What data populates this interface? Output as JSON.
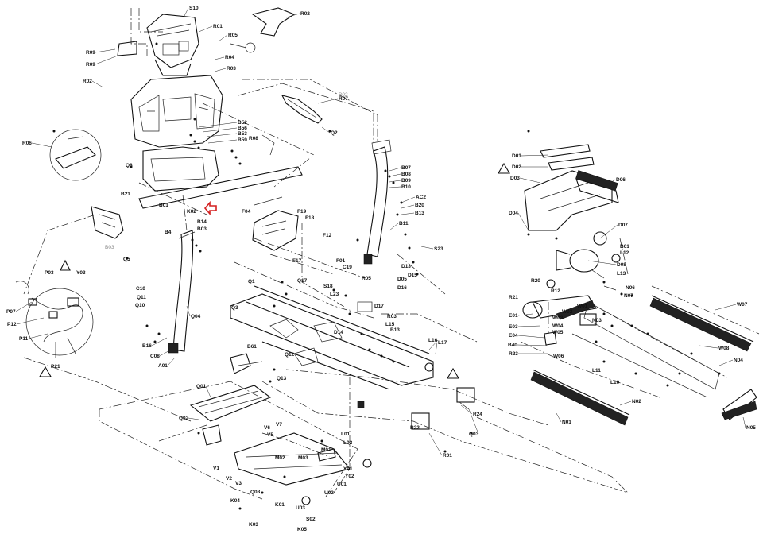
{
  "diagram": {
    "callouts": [
      {
        "id": "c-s10",
        "text": "S10"
      },
      {
        "id": "c-r02",
        "text": "R02"
      },
      {
        "id": "c-r01",
        "text": "R01"
      },
      {
        "id": "c-r05",
        "text": "R05"
      },
      {
        "id": "c-r04",
        "text": "R04"
      },
      {
        "id": "c-r03",
        "text": "R03"
      },
      {
        "id": "c-r09a",
        "text": "R09"
      },
      {
        "id": "c-r09b",
        "text": "R09"
      },
      {
        "id": "c-r02b",
        "text": "R02"
      },
      {
        "id": "c-r06",
        "text": "R06"
      },
      {
        "id": "c-b52",
        "text": "B52"
      },
      {
        "id": "c-b56",
        "text": "B56"
      },
      {
        "id": "c-b53",
        "text": "B53"
      },
      {
        "id": "c-b59",
        "text": "B59"
      },
      {
        "id": "c-r08",
        "text": "R08"
      },
      {
        "id": "c-r07",
        "text": "R07"
      },
      {
        "id": "c-q2",
        "text": "Q2"
      },
      {
        "id": "c-q6",
        "text": "Q6"
      },
      {
        "id": "c-q5",
        "text": "Q5"
      },
      {
        "id": "c-b21",
        "text": "B21"
      },
      {
        "id": "c-b4",
        "text": "B4"
      },
      {
        "id": "c-f04",
        "text": "F04"
      },
      {
        "id": "c-b01",
        "text": "B01"
      },
      {
        "id": "c-k02",
        "text": "K02"
      },
      {
        "id": "c-b07",
        "text": "B07"
      },
      {
        "id": "c-b08",
        "text": "B08"
      },
      {
        "id": "c-b09",
        "text": "B09"
      },
      {
        "id": "c-b10",
        "text": "B10"
      },
      {
        "id": "c-b14",
        "text": "B14"
      },
      {
        "id": "c-b03",
        "text": "B03"
      },
      {
        "id": "c-ac2",
        "text": "AC2"
      },
      {
        "id": "c-b20",
        "text": "B20"
      },
      {
        "id": "c-b13",
        "text": "B13"
      },
      {
        "id": "c-b11",
        "text": "B11"
      },
      {
        "id": "c-f19",
        "text": "F19"
      },
      {
        "id": "c-f18",
        "text": "F18"
      },
      {
        "id": "c-f12",
        "text": "F12"
      },
      {
        "id": "c-f17",
        "text": "F17"
      },
      {
        "id": "c-f01",
        "text": "F01"
      },
      {
        "id": "c-c19",
        "text": "C19"
      },
      {
        "id": "c-s23",
        "text": "S23"
      },
      {
        "id": "c-q17",
        "text": "Q17"
      },
      {
        "id": "c-s18",
        "text": "S18"
      },
      {
        "id": "c-q1",
        "text": "Q1"
      },
      {
        "id": "c-q3",
        "text": "Q3"
      },
      {
        "id": "c-b61",
        "text": "B61"
      },
      {
        "id": "c-q12",
        "text": "Q12"
      },
      {
        "id": "c-q13",
        "text": "Q13"
      },
      {
        "id": "c-l16",
        "text": "L16"
      },
      {
        "id": "c-l17",
        "text": "L17"
      },
      {
        "id": "c-r24",
        "text": "R24"
      },
      {
        "id": "c-p07",
        "text": "P07"
      },
      {
        "id": "c-p03",
        "text": "P03"
      },
      {
        "id": "c-p12",
        "text": "P12"
      },
      {
        "id": "c-p11",
        "text": "P11"
      },
      {
        "id": "c-p21",
        "text": "P21"
      },
      {
        "id": "c-y03",
        "text": "Y03"
      },
      {
        "id": "c-a01",
        "text": "A01"
      },
      {
        "id": "c-c08",
        "text": "C08"
      },
      {
        "id": "c-c10",
        "text": "C10"
      },
      {
        "id": "c-b16",
        "text": "B16"
      },
      {
        "id": "c-q11",
        "text": "Q11"
      },
      {
        "id": "c-q10",
        "text": "Q10"
      },
      {
        "id": "c-q04",
        "text": "Q04"
      },
      {
        "id": "c-q01",
        "text": "Q01"
      },
      {
        "id": "c-q02",
        "text": "Q02"
      },
      {
        "id": "c-q03b",
        "text": "Q03"
      },
      {
        "id": "c-r01b",
        "text": "R01"
      },
      {
        "id": "c-d04",
        "text": "D04"
      },
      {
        "id": "c-d01",
        "text": "D01"
      },
      {
        "id": "c-d02",
        "text": "D02"
      },
      {
        "id": "c-d03",
        "text": "D03"
      },
      {
        "id": "c-d06",
        "text": "D06"
      },
      {
        "id": "c-d07",
        "text": "D07"
      },
      {
        "id": "c-d08",
        "text": "D08"
      },
      {
        "id": "c-l11",
        "text": "L11"
      },
      {
        "id": "c-l10",
        "text": "L10"
      },
      {
        "id": "c-e01",
        "text": "E01"
      },
      {
        "id": "c-e03",
        "text": "E03"
      },
      {
        "id": "c-e04",
        "text": "E04"
      },
      {
        "id": "c-b40",
        "text": "B40"
      },
      {
        "id": "c-r23",
        "text": "R23"
      },
      {
        "id": "c-r21",
        "text": "R21"
      },
      {
        "id": "c-r20",
        "text": "R20"
      },
      {
        "id": "c-b01b",
        "text": "B01"
      },
      {
        "id": "c-l12",
        "text": "L12"
      },
      {
        "id": "c-l13",
        "text": "L13"
      },
      {
        "id": "c-r12",
        "text": "R12"
      },
      {
        "id": "c-w01",
        "text": "W01"
      },
      {
        "id": "c-w02",
        "text": "W02"
      },
      {
        "id": "c-w03",
        "text": "W03"
      },
      {
        "id": "c-w04",
        "text": "W04"
      },
      {
        "id": "c-w05",
        "text": "W05"
      },
      {
        "id": "c-w06",
        "text": "W06"
      },
      {
        "id": "c-w07",
        "text": "W07"
      },
      {
        "id": "c-w08",
        "text": "W08"
      },
      {
        "id": "c-n04",
        "text": "N04"
      },
      {
        "id": "c-n05",
        "text": "N05"
      },
      {
        "id": "c-n01",
        "text": "N01"
      },
      {
        "id": "c-n02",
        "text": "N02"
      },
      {
        "id": "c-n03",
        "text": "N03"
      },
      {
        "id": "c-n06",
        "text": "N06"
      },
      {
        "id": "c-n07",
        "text": "N07"
      },
      {
        "id": "c-r05b",
        "text": "R05"
      },
      {
        "id": "c-r03b",
        "text": "R03"
      },
      {
        "id": "c-l23",
        "text": "L23"
      },
      {
        "id": "c-l15",
        "text": "L15"
      },
      {
        "id": "c-b13b",
        "text": "B13"
      },
      {
        "id": "c-d14",
        "text": "D14"
      },
      {
        "id": "c-d13",
        "text": "D13"
      },
      {
        "id": "c-d15",
        "text": "D15"
      },
      {
        "id": "c-d16",
        "text": "D16"
      },
      {
        "id": "c-d05",
        "text": "D05"
      },
      {
        "id": "c-d17",
        "text": "D17"
      },
      {
        "id": "c-r22",
        "text": "R22"
      },
      {
        "id": "c-y01",
        "text": "Y01"
      },
      {
        "id": "c-y02",
        "text": "Y02"
      },
      {
        "id": "c-u01",
        "text": "U01"
      },
      {
        "id": "c-u02",
        "text": "U02"
      },
      {
        "id": "c-u03",
        "text": "U03"
      },
      {
        "id": "c-s02",
        "text": "S02"
      },
      {
        "id": "c-k01",
        "text": "K01"
      },
      {
        "id": "c-k05",
        "text": "K05"
      },
      {
        "id": "c-k04",
        "text": "K04"
      },
      {
        "id": "c-k03",
        "text": "K03"
      },
      {
        "id": "c-v1",
        "text": "V1"
      },
      {
        "id": "c-v2",
        "text": "V2"
      },
      {
        "id": "c-v3",
        "text": "V3"
      },
      {
        "id": "c-v5",
        "text": "V5"
      },
      {
        "id": "c-v6",
        "text": "V6"
      },
      {
        "id": "c-v7",
        "text": "V7"
      },
      {
        "id": "c-m01",
        "text": "M01"
      },
      {
        "id": "c-m02",
        "text": "M02"
      },
      {
        "id": "c-m03",
        "text": "M03"
      },
      {
        "id": "c-l01",
        "text": "L01"
      },
      {
        "id": "c-l02",
        "text": "L02"
      },
      {
        "id": "c-q08",
        "text": "Q08"
      }
    ],
    "grey_labels": [
      {
        "id": "g-b02",
        "text": "B02"
      },
      {
        "id": "g-b03",
        "text": "B03"
      }
    ],
    "highlight": {
      "color": "#d42020"
    }
  }
}
